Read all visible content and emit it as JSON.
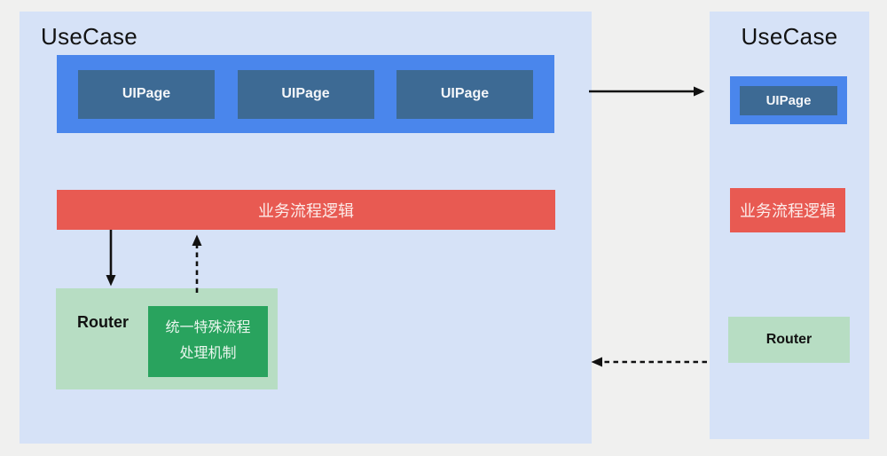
{
  "left_panel": {
    "title": "UseCase",
    "uipage_bar": {
      "uipages": [
        "UIPage",
        "UIPage",
        "UIPage"
      ]
    },
    "logic_label": "业务流程逻辑",
    "router": {
      "label": "Router",
      "special_box_lines": [
        "统一特殊流程",
        "处理机制"
      ]
    }
  },
  "right_panel": {
    "title": "UseCase",
    "uipage_label": "UIPage",
    "logic_label": "业务流程逻辑",
    "router_label": "Router"
  },
  "colors": {
    "page_bg": "#f0f0ef",
    "container_bg": "#d6e2f7",
    "uipage_bar_bg": "#4a86ec",
    "uipage_box_bg": "#3d6a94",
    "logic_bar_bg": "#e85a52",
    "router_box_bg": "#b7ddc3",
    "special_box_bg": "#29a35e",
    "arrow_color": "#111111"
  }
}
